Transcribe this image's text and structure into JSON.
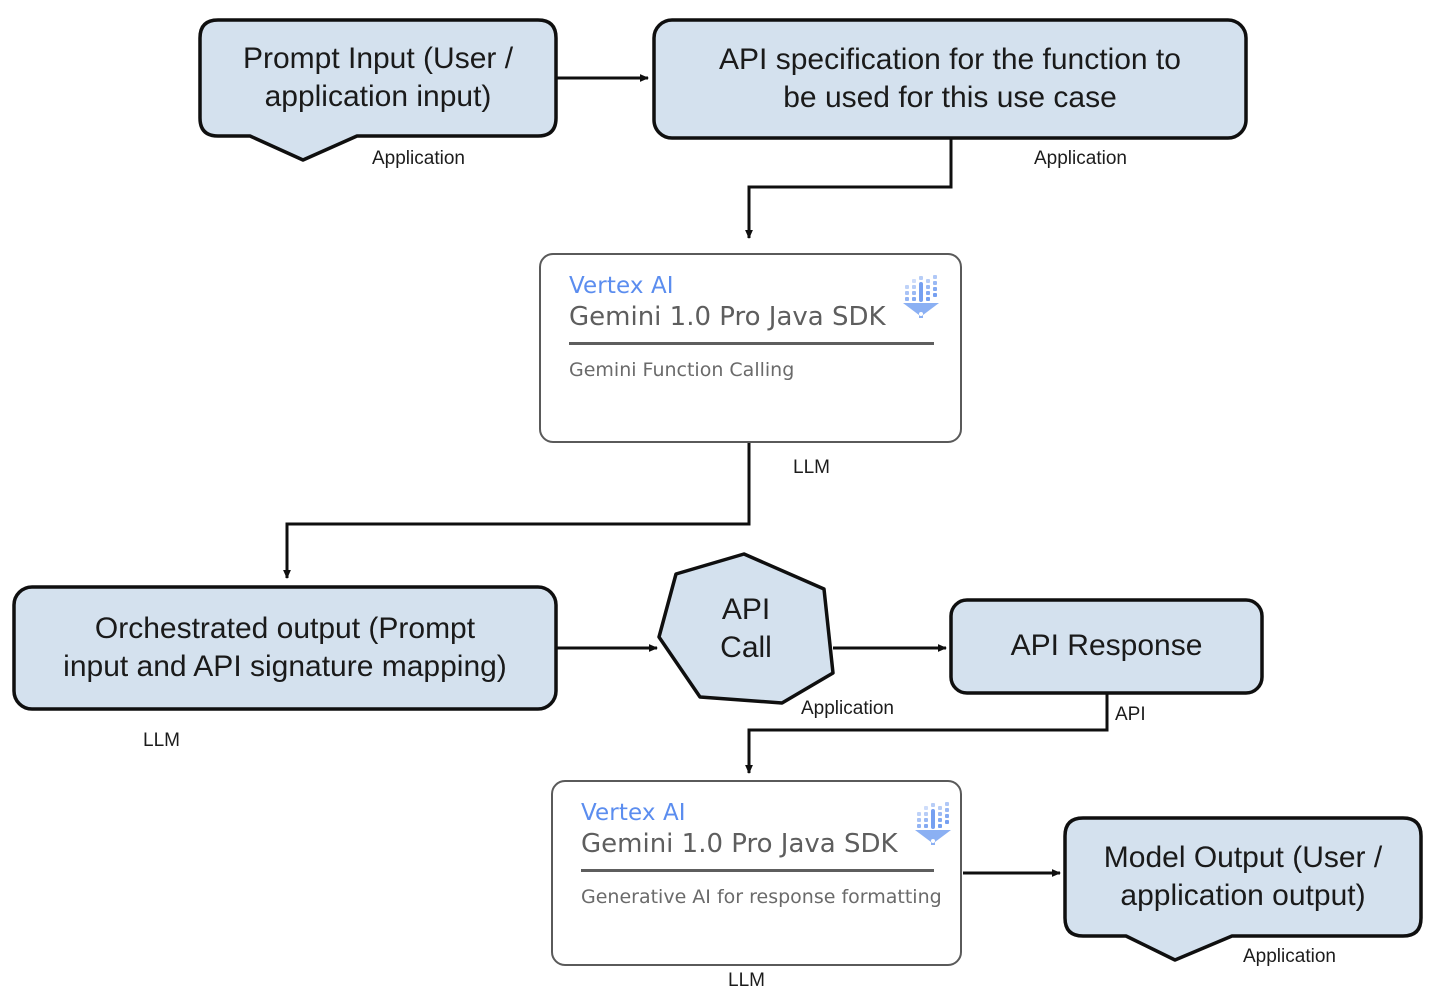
{
  "diagram": {
    "title": "Gemini Function Calling architecture flow",
    "colors": {
      "node_fill": "#d4e1ee",
      "node_stroke": "#0f0f0f",
      "card_stroke": "#5a5a5a",
      "brand_blue": "#5b8def",
      "card_text_gray": "#5e5e5e",
      "edge": "#0f0f0f",
      "background": "#ffffff"
    },
    "nodes": [
      {
        "id": "prompt-input",
        "shape": "speech-bubble",
        "label": "Prompt Input (User /\napplication input)",
        "role": "Application"
      },
      {
        "id": "api-specification",
        "shape": "rounded-rect",
        "label": "API specification for the function to\nbe used for this use case",
        "role": "Application"
      },
      {
        "id": "vertex-card-top",
        "shape": "card",
        "brand": "Vertex AI",
        "model": "Gemini 1.0 Pro Java SDK",
        "subtitle": "Gemini Function Calling",
        "icon": "vertex-ai-icon",
        "role": "LLM"
      },
      {
        "id": "orchestrated-output",
        "shape": "rounded-rect",
        "label": "Orchestrated output (Prompt\ninput and API signature mapping)",
        "role": "LLM"
      },
      {
        "id": "api-call",
        "shape": "heptagon",
        "label": "API\nCall",
        "role": "Application"
      },
      {
        "id": "api-response",
        "shape": "rounded-rect",
        "label": "API Response",
        "role": "API"
      },
      {
        "id": "vertex-card-bottom",
        "shape": "card",
        "brand": "Vertex AI",
        "model": "Gemini 1.0 Pro Java SDK",
        "subtitle": "Generative AI for response formatting",
        "icon": "vertex-ai-icon",
        "role": "LLM"
      },
      {
        "id": "model-output",
        "shape": "speech-bubble",
        "label": "Model Output (User /\napplication output)",
        "role": "Application"
      }
    ],
    "edges": [
      {
        "from": "prompt-input",
        "to": "api-specification",
        "style": "straight-arrow"
      },
      {
        "from": "api-specification",
        "to": "vertex-card-top",
        "style": "orthogonal-arrow"
      },
      {
        "from": "vertex-card-top",
        "to": "orchestrated-output",
        "style": "orthogonal-arrow"
      },
      {
        "from": "orchestrated-output",
        "to": "api-call",
        "style": "straight-arrow"
      },
      {
        "from": "api-call",
        "to": "api-response",
        "style": "straight-arrow"
      },
      {
        "from": "api-response",
        "to": "vertex-card-bottom",
        "style": "orthogonal-arrow"
      },
      {
        "from": "vertex-card-bottom",
        "to": "model-output",
        "style": "straight-arrow"
      }
    ]
  }
}
